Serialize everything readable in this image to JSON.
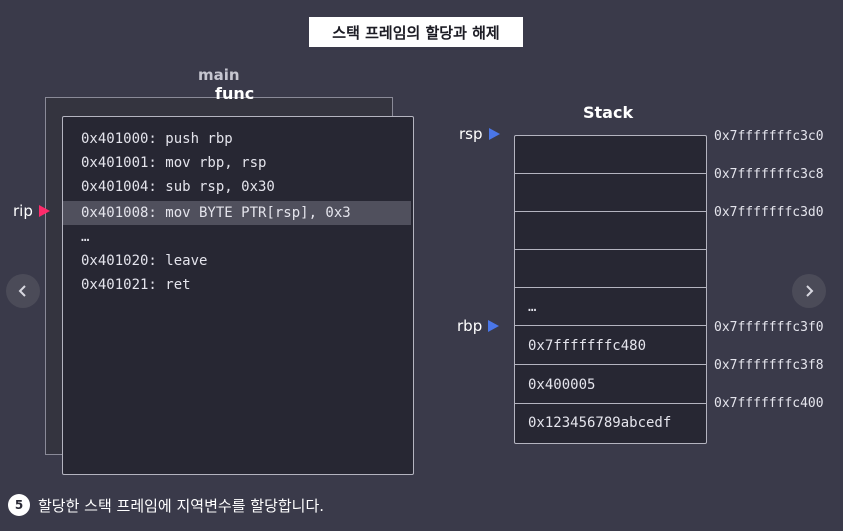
{
  "title": "스택 프레임의 할당과 해제",
  "frames": {
    "back_label": "main",
    "front_label": "func"
  },
  "code": [
    {
      "text": "0x401000: push rbp",
      "highlight": false
    },
    {
      "text": "0x401001: mov rbp, rsp",
      "highlight": false
    },
    {
      "text": "0x401004: sub rsp, 0x30",
      "highlight": false
    },
    {
      "text": "0x401008: mov BYTE PTR[rsp], 0x3",
      "highlight": true
    },
    {
      "text": "…",
      "highlight": false
    },
    {
      "text": "0x401020: leave",
      "highlight": false
    },
    {
      "text": "0x401021: ret",
      "highlight": false
    }
  ],
  "pointers": {
    "rip": "rip",
    "rsp": "rsp",
    "rbp": "rbp"
  },
  "stack": {
    "title": "Stack",
    "slots": [
      "",
      "",
      "",
      "",
      "…",
      "0x7fffffffc480",
      "0x400005",
      "0x123456789abcedf"
    ]
  },
  "addresses": [
    "0x7fffffffc3c0",
    "0x7fffffffc3c8",
    "0x7fffffffc3d0",
    "0x7fffffffc3f0",
    "0x7fffffffc3f8",
    "0x7fffffffc400"
  ],
  "footer": {
    "step": "5",
    "text": "할당한 스택 프레임에 지역변수를 할당합니다."
  },
  "colors": {
    "rip_marker": "#ff2a6a",
    "pointer_marker": "#4a76e8",
    "background": "#3a3a4a"
  },
  "icons": {
    "prev": "chevron-left-icon",
    "next": "chevron-right-icon"
  }
}
